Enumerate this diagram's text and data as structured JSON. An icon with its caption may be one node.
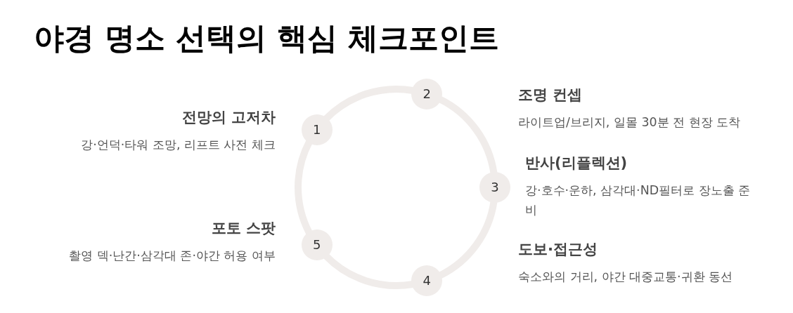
{
  "diagram": {
    "title": "야경 명소 선택의 핵심 체크포인트",
    "nodes": [
      {
        "text": [
          "1"
        ],
        "beside": [
          "전망의 고저차",
          "강·언덕·타워 조망, 리프트 사전 체크"
        ]
      },
      {
        "text": [
          "2"
        ],
        "beside": [
          "조명 컨셉",
          "라이트업/브리지, 일몰 30분 전 현장 도착"
        ]
      },
      {
        "text": [
          "3"
        ],
        "beside": [
          "반사(리플렉션)",
          "강·호수·운하, 삼각대·ND필터로 장노출 준비"
        ]
      },
      {
        "text": [
          "4"
        ],
        "beside": [
          "도보·접근성",
          "숙소와의 거리, 야간 대중교통·귀환 동선"
        ]
      },
      {
        "text": [
          "5"
        ],
        "beside": [
          "포토 스팟",
          "촬영 덱·난간·삼각대 존·야간 허용 여부"
        ]
      }
    ],
    "edges": [
      {
        "from": 0,
        "to": 1,
        "arrow": "none"
      },
      {
        "from": 1,
        "to": 2,
        "arrow": "none"
      },
      {
        "from": 2,
        "to": 3,
        "arrow": "none"
      },
      {
        "from": 3,
        "to": 4,
        "arrow": "none"
      },
      {
        "from": 4,
        "to": 0,
        "arrow": "none"
      }
    ]
  }
}
